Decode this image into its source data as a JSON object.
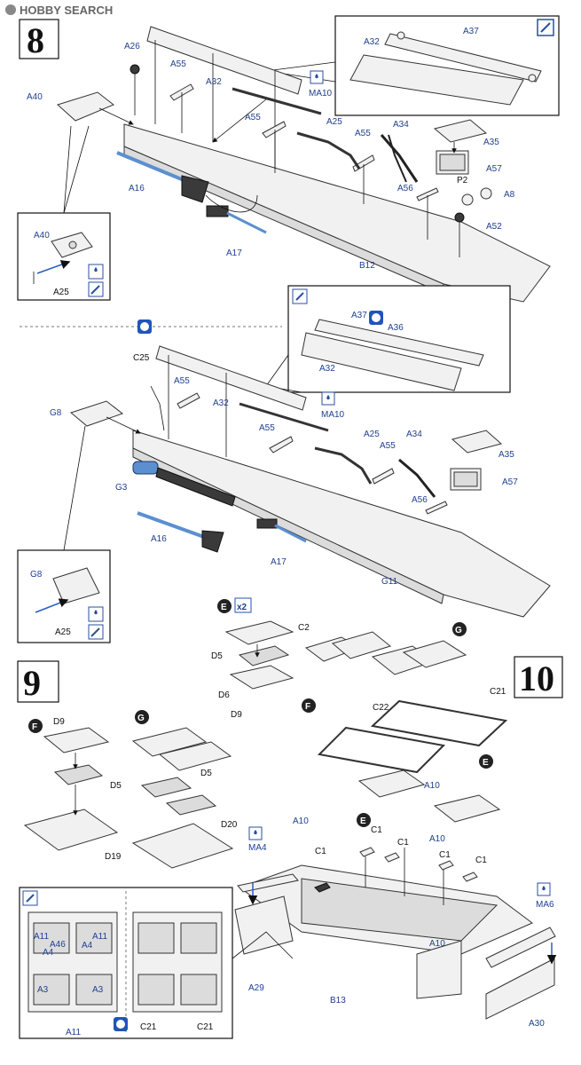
{
  "watermark": "HOBBY SEARCH",
  "steps": {
    "s8": "8",
    "s9": "9",
    "s10": "10"
  },
  "multiplier": "x2",
  "letters": {
    "E": "E",
    "F": "F",
    "G": "G"
  },
  "part_labels": {
    "A37": "A37",
    "A32": "A32",
    "A26": "A26",
    "A55": "A55",
    "A40": "A40",
    "MA10": "MA10",
    "A25": "A25",
    "A34": "A34",
    "A35": "A35",
    "A57": "A57",
    "P2": "P2",
    "A8": "A8",
    "A56": "A56",
    "A52": "A52",
    "A16": "A16",
    "A17": "A17",
    "B12": "B12",
    "A36": "A36",
    "C25": "C25",
    "G8": "G8",
    "G3": "G3",
    "G11": "G11",
    "C2": "C2",
    "D5": "D5",
    "D6": "D6",
    "D9": "D9",
    "D19": "D19",
    "D20": "D20",
    "C21": "C21",
    "C22": "C22",
    "A10": "A10",
    "C1": "C1",
    "MA4": "MA4",
    "MA6": "MA6",
    "B13": "B13",
    "A29": "A29",
    "A30": "A30",
    "A11": "A11",
    "A46": "A46",
    "A4": "A4",
    "A3": "A3"
  }
}
